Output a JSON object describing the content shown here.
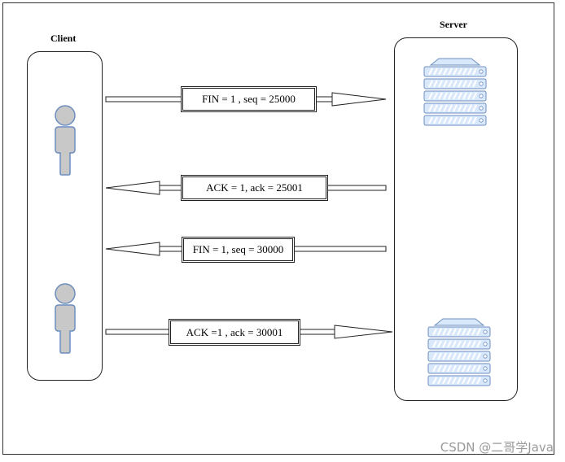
{
  "lanes": {
    "client": {
      "title": "Client"
    },
    "server": {
      "title": "Server"
    }
  },
  "messages": [
    {
      "label": "FIN = 1 , seq = 25000",
      "direction": "client-to-server"
    },
    {
      "label": "ACK = 1, ack = 25001",
      "direction": "server-to-client"
    },
    {
      "label": "FIN = 1, seq = 30000",
      "direction": "server-to-client"
    },
    {
      "label": "ACK =1 , ack = 30001",
      "direction": "client-to-server"
    }
  ],
  "icons": {
    "client": "person-icon",
    "server": "server-rack-icon"
  },
  "colors": {
    "person_fill": "#c8c8c8",
    "person_stroke": "#6c8ebf",
    "server_fill": "#dae8fc",
    "server_stroke": "#6c8ebf",
    "server_vent": "#ffffff",
    "line": "#222222"
  },
  "watermark": "CSDN @二哥学Java"
}
